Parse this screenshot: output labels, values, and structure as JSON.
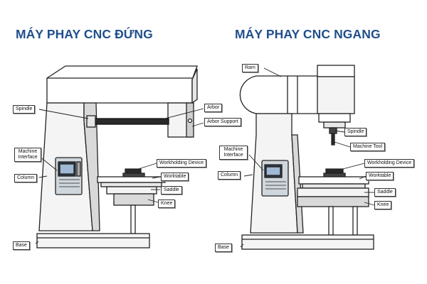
{
  "titles": {
    "left": "MÁY PHAY CNC ĐỨNG",
    "right": "MÁY PHAY CNC NGANG"
  },
  "left_labels": {
    "spindle": "Spindle",
    "arbor": "Arbor",
    "arbor_support": "Arbor Support",
    "machine_interface": "Machine Interface",
    "column": "Column",
    "workholding_device": "Workholding Device",
    "worktable": "Worktable",
    "saddle": "Saddle",
    "knee": "Knee",
    "base": "Base"
  },
  "right_labels": {
    "ram": "Ram",
    "spindle": "Spindle",
    "machine_tool": "Machine Tool",
    "machine_interface": "Machine Interface",
    "column": "Column",
    "workholding_device": "Workholding Device",
    "worktable": "Worktable",
    "saddle": "Saddle",
    "knee": "Knee",
    "base": "Base"
  }
}
